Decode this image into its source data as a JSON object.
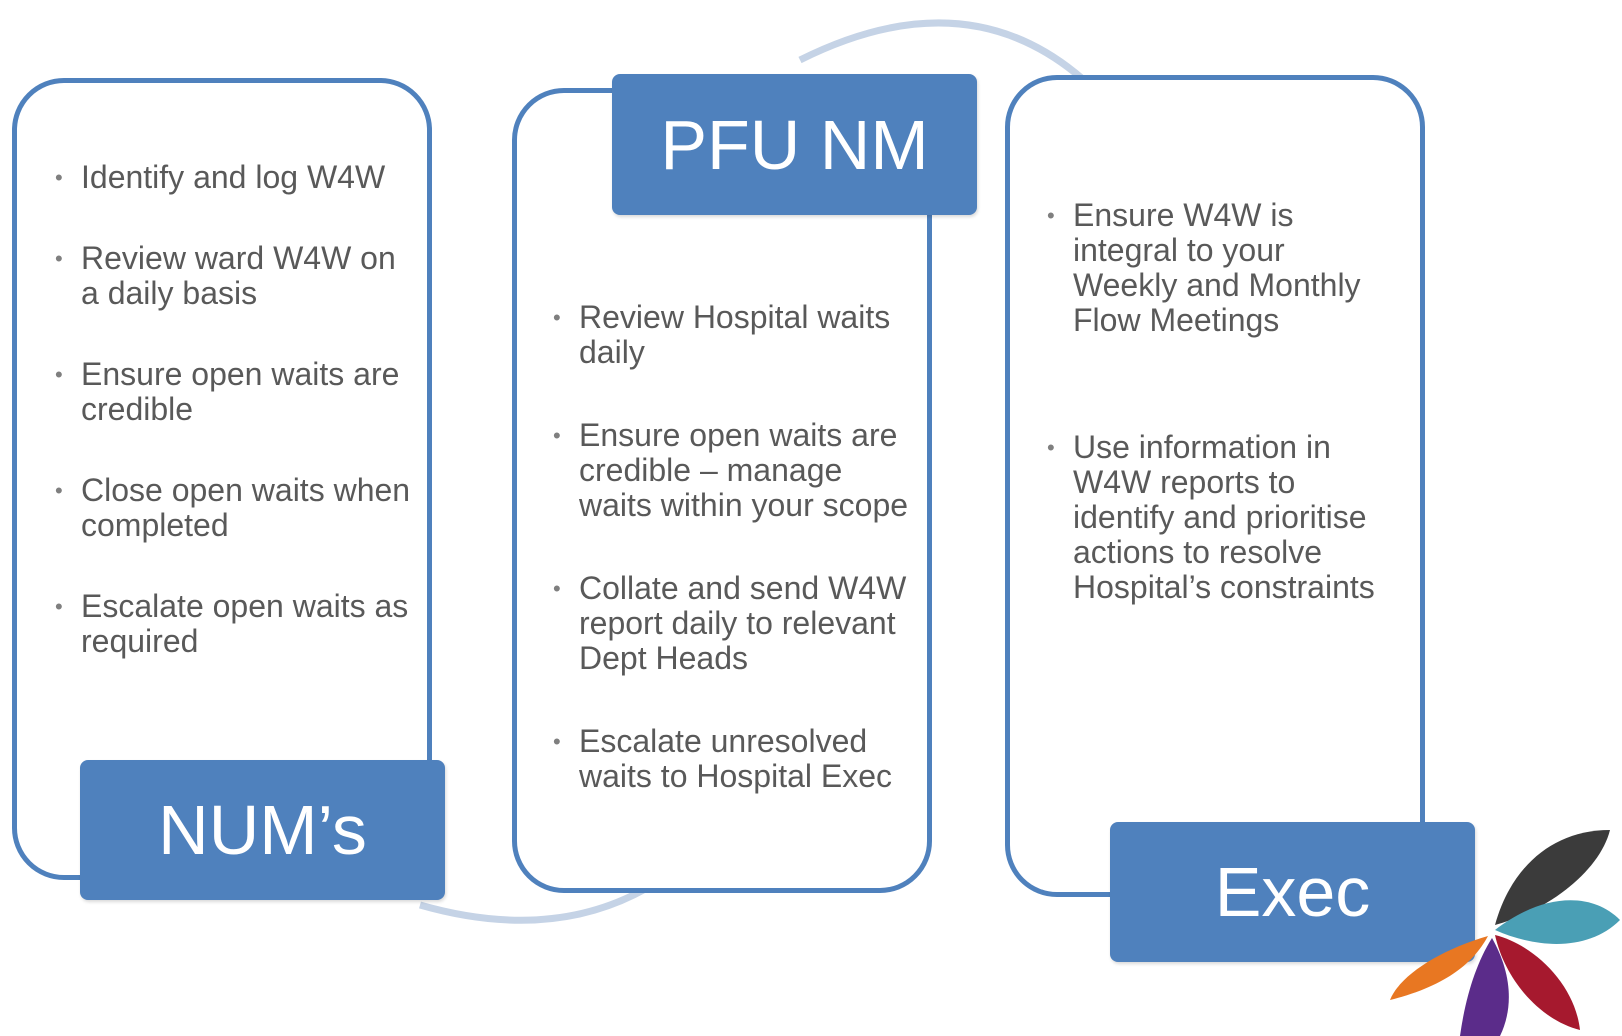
{
  "columns": [
    {
      "label": "NUM’s",
      "items": [
        "Identify and log W4W",
        "Review ward W4W on a daily basis",
        "Ensure open waits are credible",
        "Close open waits when completed",
        "Escalate open waits as required"
      ]
    },
    {
      "label": "PFU NM",
      "items": [
        "Review Hospital waits daily",
        "Ensure open waits are credible – manage waits within your scope",
        "Collate and send W4W report daily to relevant Dept Heads",
        "Escalate unresolved waits to Hospital Exec"
      ]
    },
    {
      "label": "Exec",
      "items": [
        "Ensure W4W is integral to your Weekly and Monthly Flow Meetings",
        "Use information in W4W reports to identify and prioritise actions to resolve Hospital’s constraints"
      ]
    }
  ],
  "colors": {
    "accent": "#4f81bd",
    "connector": "#c5d3e6",
    "text": "#595959",
    "logo": [
      "#3b3b3b",
      "#4a9fb5",
      "#a6192e",
      "#5b2c8a",
      "#e87722"
    ]
  },
  "icons": {
    "corner_logo": "petal-logo-icon"
  }
}
